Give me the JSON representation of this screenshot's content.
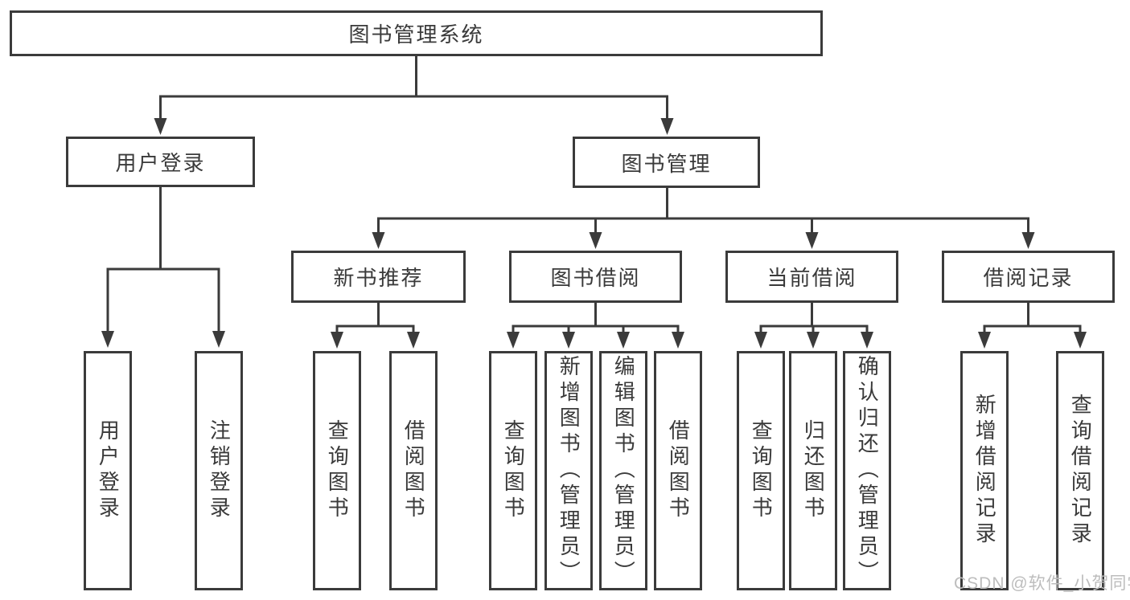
{
  "title": "图书管理系统",
  "colors": {
    "line": "#3b3b3b",
    "text": "#3a3a3a",
    "background": "#ffffff",
    "watermark": "#bdbdbd"
  },
  "tree": {
    "root": {
      "label": "图书管理系统"
    },
    "branches": [
      {
        "label": "用户登录",
        "children": [
          "用户登录",
          "注销登录"
        ]
      },
      {
        "label": "图书管理",
        "sections": [
          {
            "label": "新书推荐",
            "children": [
              "查询图书",
              "借阅图书"
            ]
          },
          {
            "label": "图书借阅",
            "children": [
              "查询图书",
              "新增图书（管理员）",
              "编辑图书（管理员）",
              "借阅图书"
            ]
          },
          {
            "label": "当前借阅",
            "children": [
              "查询图书",
              "归还图书",
              "确认归还（管理员）"
            ]
          },
          {
            "label": "借阅记录",
            "children": [
              "新增借阅记录",
              "查询借阅记录"
            ]
          }
        ]
      }
    ]
  },
  "watermark": "CSDN @软件_小贺同学"
}
